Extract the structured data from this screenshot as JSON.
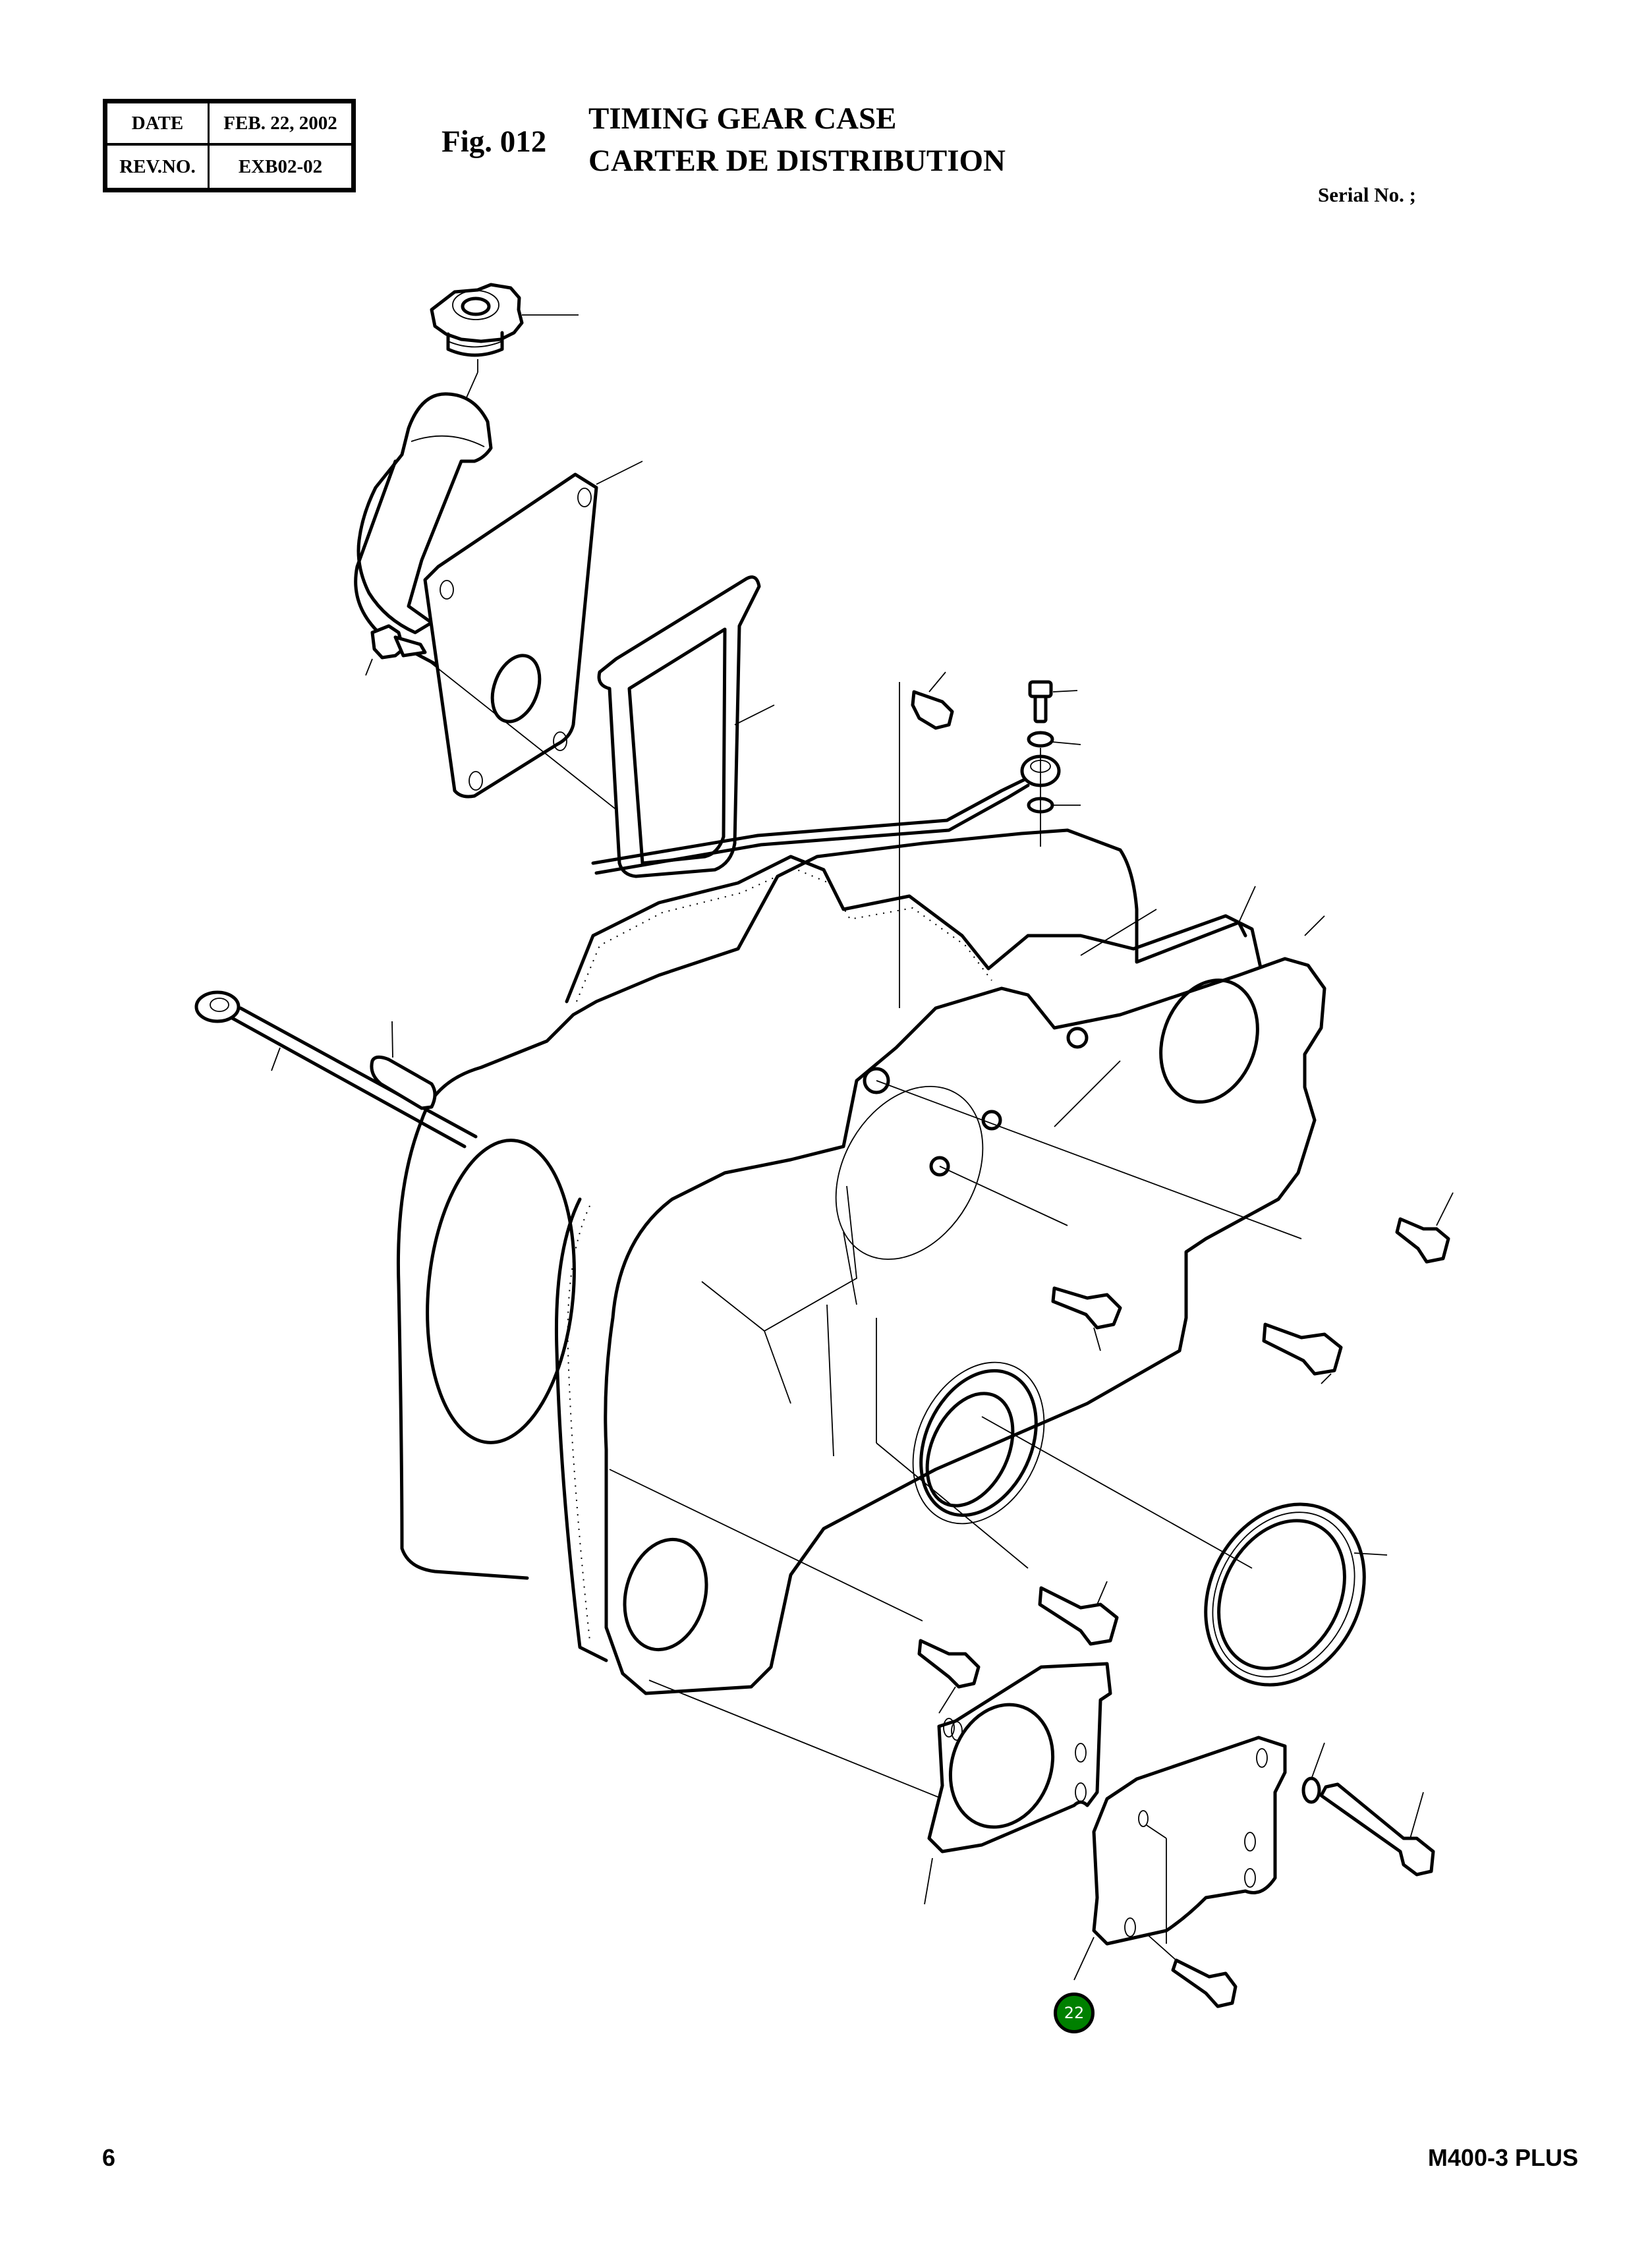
{
  "header": {
    "info_table": {
      "date_label": "DATE",
      "date_value": "FEB. 22, 2002",
      "rev_label": "REV.NO.",
      "rev_value": "EXB02-02"
    },
    "figure_number": "Fig. 012",
    "title_en": "TIMING GEAR CASE",
    "title_fr": "CARTER DE DISTRIBUTION",
    "serial_label": "Serial No. ;"
  },
  "diagram": {
    "description": "Exploded view line drawing of timing gear case with oil filler cap, filler pipe, cover plate, gaskets, dipstick, bolts, washers, oil seal, front cover and plates",
    "callout_badge": {
      "label": "22",
      "color": "#008000"
    }
  },
  "footer": {
    "page_number": "6",
    "model": "M400-3 PLUS"
  }
}
